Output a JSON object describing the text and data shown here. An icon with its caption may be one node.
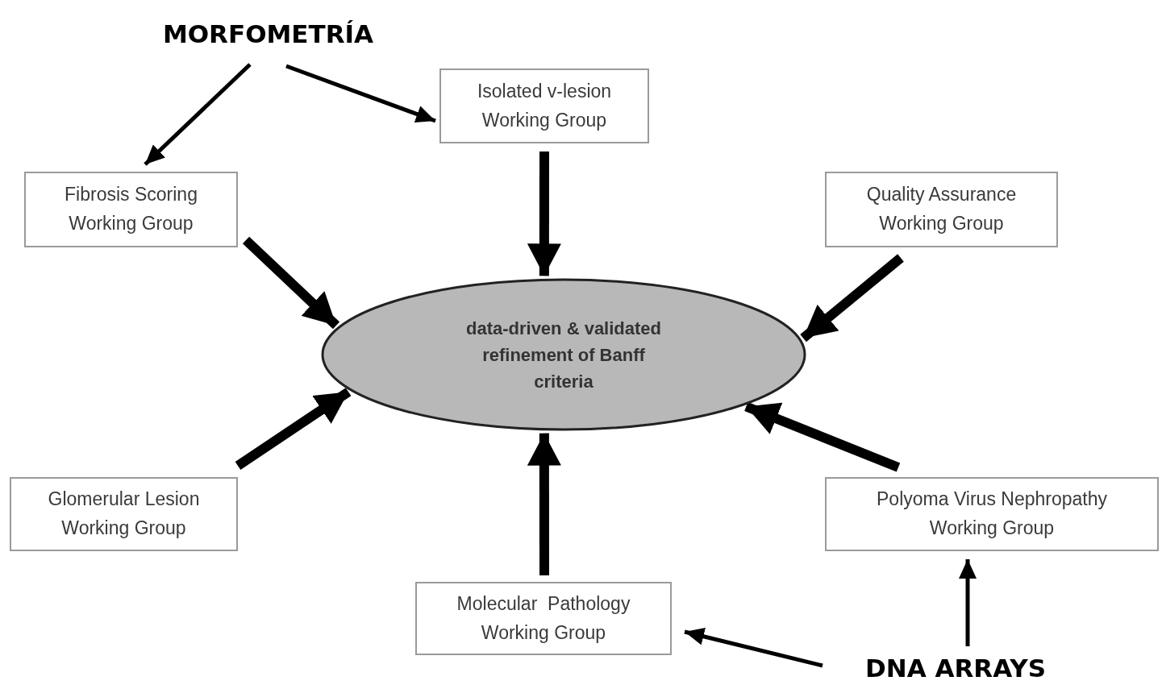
{
  "diagram": {
    "nodes": [
      {
        "text": [
          "MORFOMETRÍA"
        ]
      },
      {
        "text": [
          "Isolated v-lesion Working Group"
        ]
      },
      {
        "text": [
          "Fibrosis Scoring Working Group"
        ]
      },
      {
        "text": [
          "Quality Assurance Working Group"
        ]
      },
      {
        "text": [
          "data-driven & validated refinement of Banff criteria"
        ]
      },
      {
        "text": [
          "Glomerular Lesion Working Group"
        ]
      },
      {
        "text": [
          "Polyoma Virus Nephropathy Working Group"
        ]
      },
      {
        "text": [
          "Molecular  Pathology Working Group"
        ]
      },
      {
        "text": [
          "DNA ARRAYS"
        ]
      }
    ],
    "edges": [
      {
        "from": 0,
        "to": 2,
        "arrow": "to"
      },
      {
        "from": 0,
        "to": 1,
        "arrow": "to"
      },
      {
        "from": 1,
        "to": 4,
        "arrow": "to"
      },
      {
        "from": 2,
        "to": 4,
        "arrow": "to"
      },
      {
        "from": 3,
        "to": 4,
        "arrow": "to"
      },
      {
        "from": 5,
        "to": 4,
        "arrow": "to"
      },
      {
        "from": 6,
        "to": 4,
        "arrow": "to"
      },
      {
        "from": 7,
        "to": 4,
        "arrow": "to"
      },
      {
        "from": 8,
        "to": 7,
        "arrow": "to"
      },
      {
        "from": 8,
        "to": 6,
        "arrow": "to"
      }
    ]
  }
}
